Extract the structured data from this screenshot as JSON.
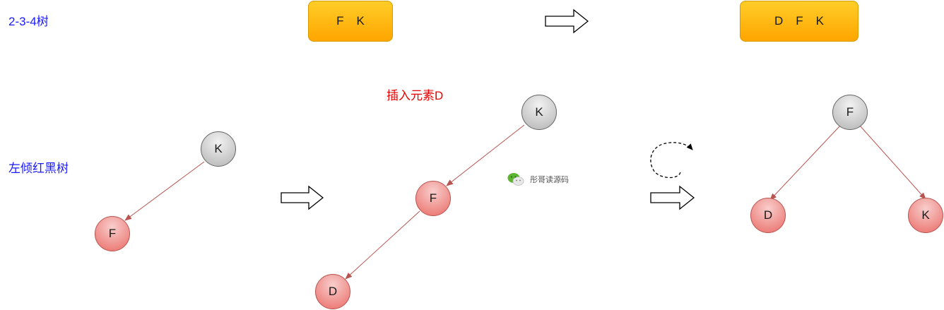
{
  "labels": {
    "tree234": "2-3-4树",
    "llrb": "左倾红黑树",
    "insert": "插入元素D"
  },
  "boxes": {
    "before": [
      "F",
      "K"
    ],
    "after": [
      "D",
      "F",
      "K"
    ]
  },
  "trees": {
    "initial": {
      "root": "K",
      "child": "F"
    },
    "inserted": {
      "root": "K",
      "child": "F",
      "grandchild": "D"
    },
    "rotated": {
      "root": "F",
      "left": "D",
      "right": "K"
    }
  },
  "watermark": "彤哥读源码",
  "colors": {
    "black_node": "#d9d9d9",
    "red_node": "#f08080",
    "box_fill": "#ffb300",
    "edge": "#b85450"
  }
}
